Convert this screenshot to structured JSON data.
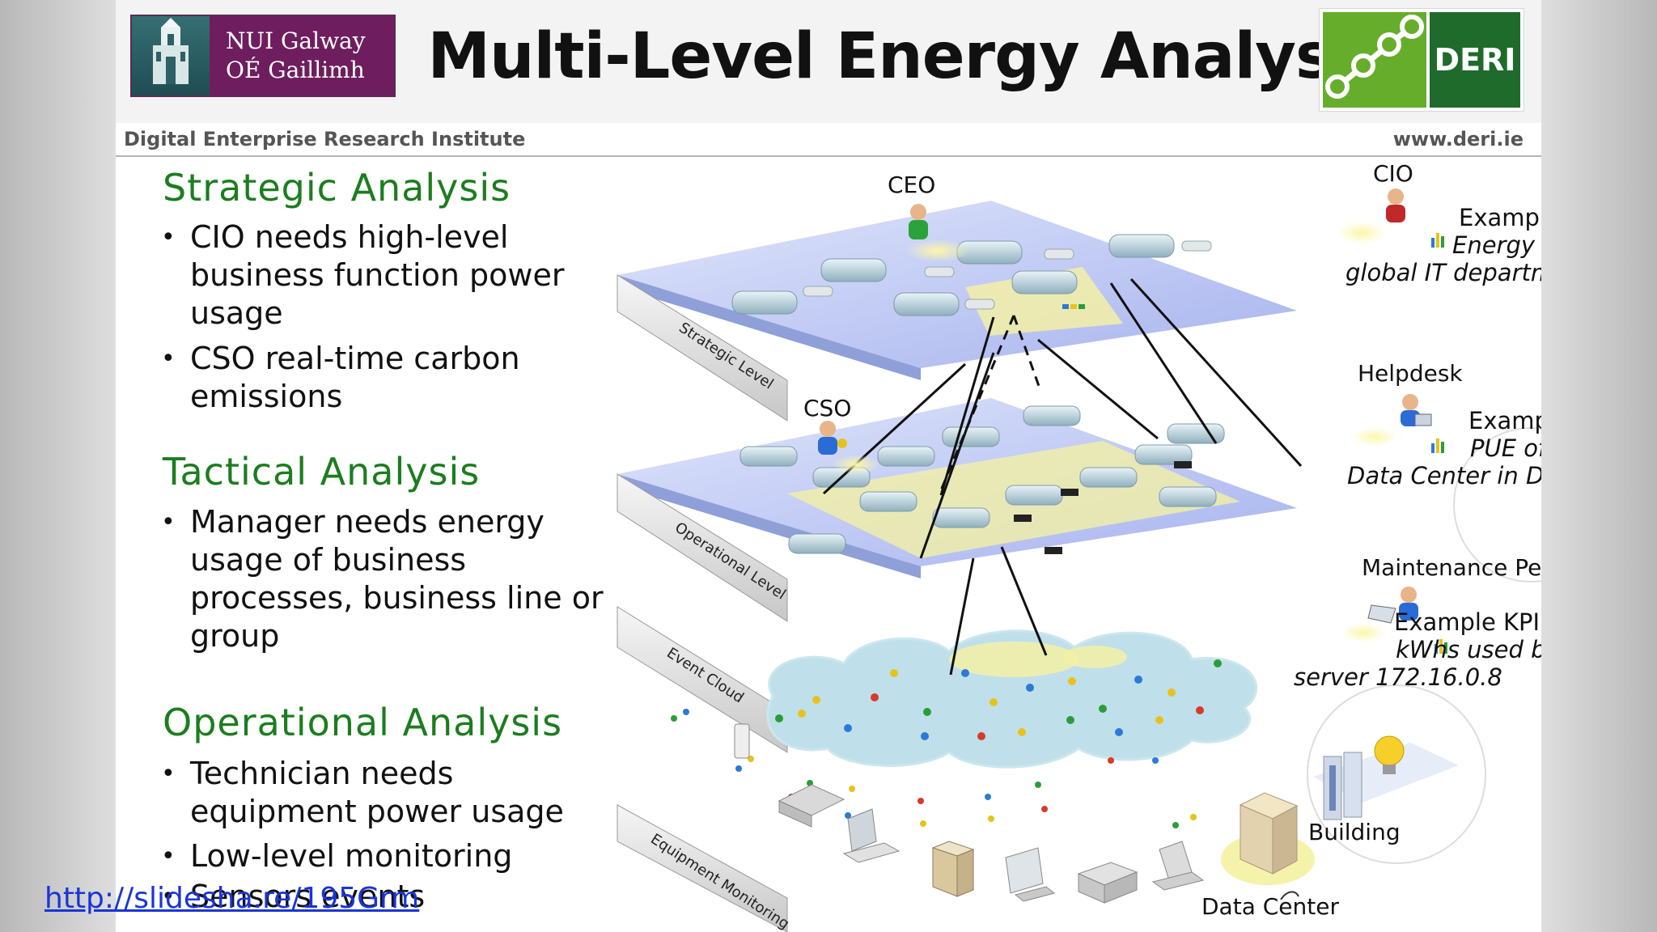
{
  "header": {
    "logo_left_line1": "NUI Galway",
    "logo_left_line2": "OÉ Gaillimh",
    "title": "Multi-Level Energy Analysis",
    "logo_right": "DERI",
    "institute": "Digital Enterprise Research Institute",
    "website": "www.deri.ie"
  },
  "sections": [
    {
      "heading": "Strategic Analysis",
      "bullets": [
        [
          "CIO needs high-level",
          "business function power",
          "usage"
        ],
        [
          "CSO real-time carbon",
          "emissions"
        ]
      ]
    },
    {
      "heading": "Tactical Analysis",
      "bullets": [
        [
          "Manager needs energy",
          "usage of business",
          "processes, business line or",
          "group"
        ]
      ]
    },
    {
      "heading": "Operational Analysis",
      "bullets": [
        [
          "Technician needs",
          "equipment power usage"
        ],
        [
          "Low-level monitoring"
        ],
        [
          "Sensors events"
        ]
      ]
    }
  ],
  "diagram": {
    "roles": {
      "ceo": "CEO",
      "cio": "CIO",
      "cso": "CSO",
      "helpdesk": "Helpdesk",
      "maintenance": "Maintenance Personnel"
    },
    "layers": {
      "strategic": "Strategic Level",
      "operational": "Operational Level",
      "event_cloud": "Event Cloud",
      "equipment": "Equipment Monitoring"
    },
    "places": {
      "building": "Building",
      "data_center": "Data Center"
    },
    "kpis": [
      {
        "label": "Example KPI:",
        "line1": "Energy used by",
        "line2": "global  IT department"
      },
      {
        "label": "Example KPI:",
        "line1": "PUE of the",
        "line2": "Data Center in Dublin"
      },
      {
        "label": "Example KPI:",
        "line1": "kWhs used by",
        "line2": "server 172.16.0.8"
      }
    ]
  },
  "footer": {
    "link": "http://slidesha.re/195Grm"
  },
  "colors": {
    "heading_green": "#1c7d1f",
    "layer_blue": "#b4bdf3",
    "highlight_yellow": "#f4f1a0",
    "cloud": "#b8dde8",
    "link_blue": "#1a35d8"
  }
}
